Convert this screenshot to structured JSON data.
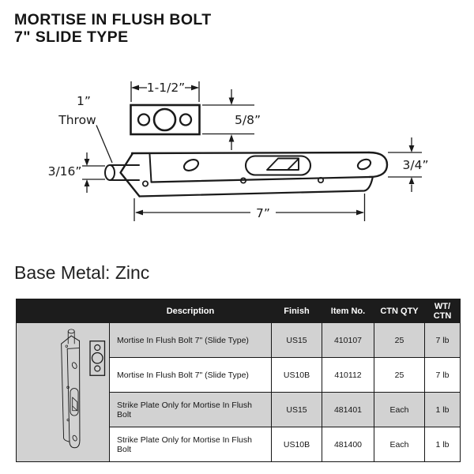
{
  "title": {
    "line1": "MORTISE IN FLUSH BOLT",
    "line2": "7\" SLIDE TYPE"
  },
  "diagram": {
    "plate_width_label": "1-1/2”",
    "plate_height_label": "5/8”",
    "throw_label_line1": "1”",
    "throw_label_line2": "Throw",
    "pin_diameter_label": "3/16”",
    "length_label": "7”",
    "height_label": "3/4”"
  },
  "base_metal_label": "Base Metal: Zinc",
  "table": {
    "headers": {
      "description": "Description",
      "finish": "Finish",
      "item_no": "Item No.",
      "ctn_qty": "CTN QTY",
      "wt_ctn_line1": "WT/",
      "wt_ctn_line2": "CTN"
    },
    "rows": [
      {
        "description": "Mortise In Flush Bolt 7\" (Slide Type)",
        "finish": "US15",
        "item_no": "410107",
        "ctn_qty": "25",
        "wt_ctn": "7 lb"
      },
      {
        "description": "Mortise In Flush Bolt 7\" (Slide Type)",
        "finish": "US10B",
        "item_no": "410112",
        "ctn_qty": "25",
        "wt_ctn": "7 lb"
      },
      {
        "description": "Strike Plate Only for Mortise In Flush Bolt",
        "finish": "US15",
        "item_no": "481401",
        "ctn_qty": "Each",
        "wt_ctn": "1 lb"
      },
      {
        "description": "Strike Plate Only for Mortise In Flush Bolt",
        "finish": "US10B",
        "item_no": "481400",
        "ctn_qty": "Each",
        "wt_ctn": "1 lb"
      }
    ]
  },
  "colors": {
    "header_bg": "#1c1c1c",
    "shaded_row": "#d2d2d2",
    "line": "#1a1a1a",
    "background": "#ffffff"
  }
}
